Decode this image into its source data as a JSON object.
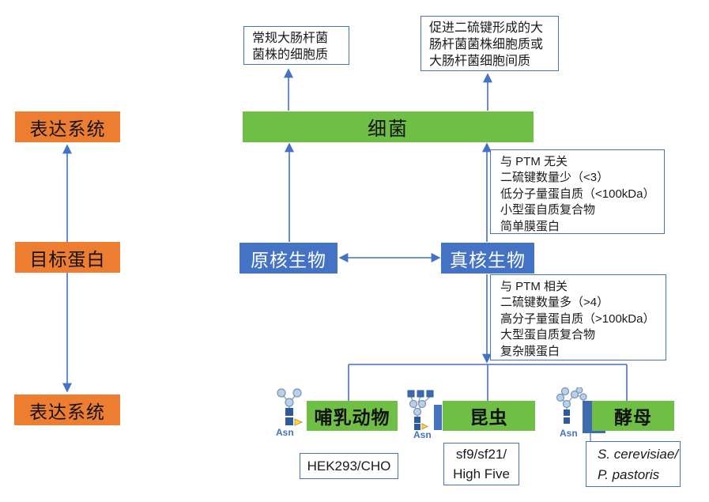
{
  "diagram": {
    "rail": {
      "top": "表达系统",
      "middle": "目标蛋白",
      "bottom": "表达系统"
    },
    "bacteria": {
      "label": "细菌"
    },
    "notes": {
      "conventional": {
        "line1": "常规大肠杆菌",
        "line2": "菌株的细胞质"
      },
      "disulfide": {
        "line1": "促进二硫键形成的大",
        "line2": "肠杆菌菌株细胞质或",
        "line3": "大肠杆菌细胞间质"
      }
    },
    "organisms": {
      "prokaryote": "原核生物",
      "eukaryote": "真核生物"
    },
    "prokaryote_traits": {
      "line1": "与 PTM 无关",
      "line2": "二硫键数量少（<3）",
      "line3": "低分子量蛋自质（<100kDa）",
      "line4": "小型蛋自质复合物",
      "line5": "简单膜蛋白"
    },
    "eukaryote_traits": {
      "line1": "与 PTM 相关",
      "line2": "二硫键数量多（>4）",
      "line3": "高分子量蛋自质（>100kDa）",
      "line4": "大型蛋自质复合物",
      "line5": "复杂膜蛋白"
    },
    "hosts": {
      "mammal": {
        "label": "哺乳动物",
        "asn": "Asn",
        "cells_line1": "HEK293/CHO"
      },
      "insect": {
        "label": "昆虫",
        "asn": "Asn",
        "cells_line1": "sf9/sf21/",
        "cells_line2": "High Five"
      },
      "yeast": {
        "label": "酵母",
        "asn": "Asn",
        "cells_line1": "S. cerevisiae/",
        "cells_line2": "P. pastoris"
      }
    },
    "colors": {
      "accent_orange": "#ED7D31",
      "accent_green": "#6FBE45",
      "accent_blue": "#4472C4",
      "glycan_square": "#2E5B9C",
      "glycan_circle": "#B9D0EA",
      "glycan_fucose": "#FFD24A",
      "membrane_bar": "#3E6AB0"
    }
  }
}
